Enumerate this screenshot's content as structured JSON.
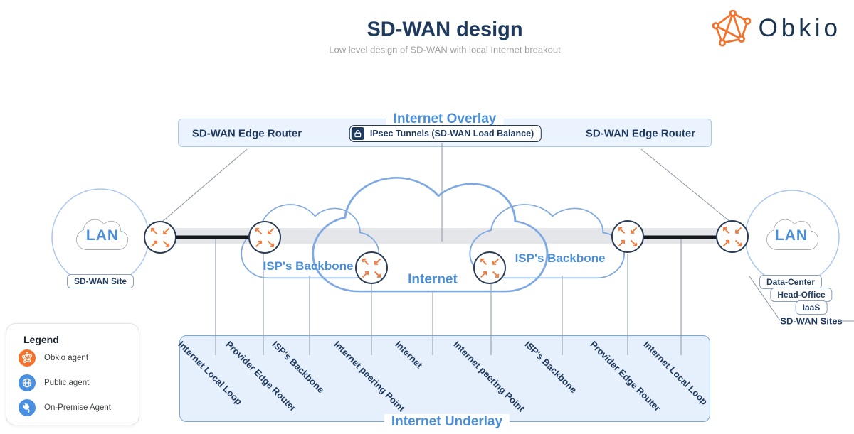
{
  "header": {
    "title": "SD-WAN design",
    "subtitle": "Low level design of SD-WAN with local Internet breakout",
    "brand": "Obkio"
  },
  "overlay": {
    "title": "Internet Overlay",
    "edge_router_left": "SD-WAN Edge Router",
    "edge_router_right": "SD-WAN Edge Router",
    "ipsec_label": "IPsec Tunnels (SD-WAN Load Balance)"
  },
  "network": {
    "lan_left": "LAN",
    "lan_right": "LAN",
    "site_left": "SD-WAN Site",
    "isp_backbone_left": "ISP's Backbone",
    "internet": "Internet",
    "isp_backbone_right": "ISP's Backbone",
    "right_sites": [
      "Data-Center",
      "Head-Office",
      "IaaS"
    ],
    "right_sites_group": "SD-WAN Sites"
  },
  "underlay": {
    "title": "Internet Underlay",
    "segments": [
      "Internet Local Loop",
      "Provider Edge Router",
      "ISP's Backbone",
      "Internet peering Point",
      "Internet",
      "Internet peering Point",
      "ISP's Backbone",
      "Provider Edge Router",
      "Internet Local Loop"
    ]
  },
  "legend": {
    "title": "Legend",
    "items": [
      {
        "label": "Obkio agent",
        "icon": "obkio-icon",
        "color": "#f4732c"
      },
      {
        "label": "Public agent",
        "icon": "globe-icon",
        "color": "#4a90e2"
      },
      {
        "label": "On-Premise Agent",
        "icon": "plug-icon",
        "color": "#4a90e2"
      }
    ]
  },
  "icons": {
    "router_arrows": [
      "↖",
      "↙",
      "↗",
      "↘"
    ]
  },
  "colors": {
    "navy": "#1f3a5f",
    "blue": "#4a8fd8",
    "orange": "#f4732c",
    "overlay_fill": "#eaf3fe",
    "underlay_fill": "#e6effc",
    "band": "#e4e6ea",
    "cloud_stroke": "#7fa9e4"
  }
}
